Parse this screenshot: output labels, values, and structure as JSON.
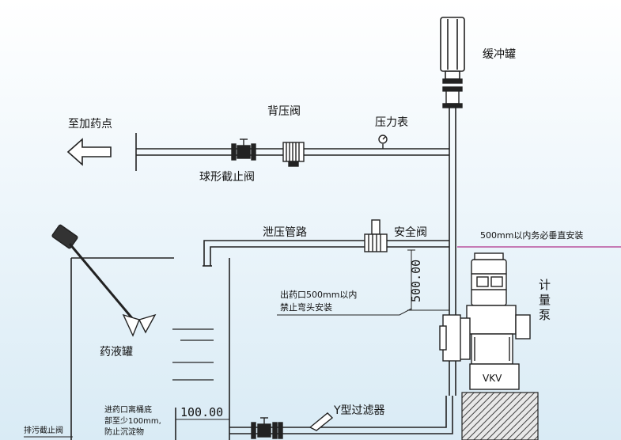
{
  "labels": {
    "buffer_tank": "缓冲罐",
    "dosing_point": "至加药点",
    "back_pressure_valve": "背压阀",
    "pressure_gauge": "压力表",
    "ball_valve": "球形截止阀",
    "relief_line": "泄压管路",
    "safety_valve": "安全阀",
    "vertical_note": "500mm以内务必垂直安装",
    "outlet_note_1": "出药口500mm以内",
    "outlet_note_2": "禁止弯头安装",
    "dim_500": "500.00",
    "metering_pump": "计量泵",
    "pump_brand": "VKV",
    "tank": "药液罐",
    "inlet_note_1": "进药口离桶底",
    "inlet_note_2": "部至少100mm,",
    "inlet_note_3": "防止沉淀物",
    "dim_100": "100.00",
    "y_filter": "Y型过滤器",
    "drain_valve": "排污截止阀"
  },
  "colors": {
    "pipe": "#222222",
    "callout": "#b0308a",
    "base": "#555555"
  }
}
